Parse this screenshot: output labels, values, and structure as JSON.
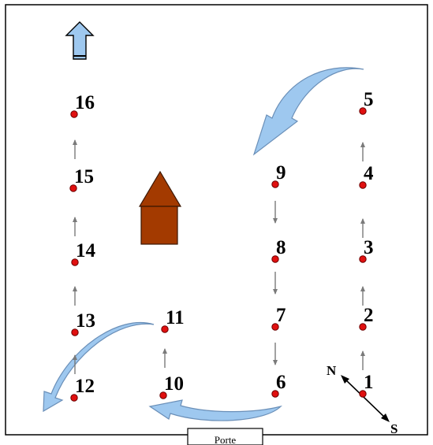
{
  "points": [
    {
      "label": "1"
    },
    {
      "label": "2"
    },
    {
      "label": "3"
    },
    {
      "label": "4"
    },
    {
      "label": "5"
    },
    {
      "label": "6"
    },
    {
      "label": "7"
    },
    {
      "label": "8"
    },
    {
      "label": "9"
    },
    {
      "label": "10"
    },
    {
      "label": "11"
    },
    {
      "label": "12"
    },
    {
      "label": "13"
    },
    {
      "label": "14"
    },
    {
      "label": "15"
    },
    {
      "label": "16"
    }
  ],
  "compass": {
    "north": "N",
    "south": "S"
  },
  "door": {
    "label": "Porte"
  },
  "colors": {
    "point": "#e01010",
    "point_stroke": "#6b0000",
    "arrow_fill": "#9ec8ef",
    "arrow_stroke": "#6a8fb8",
    "path_arrow": "#7a7a7a",
    "house": "#a33a00",
    "house_stroke": "#3a1600"
  }
}
